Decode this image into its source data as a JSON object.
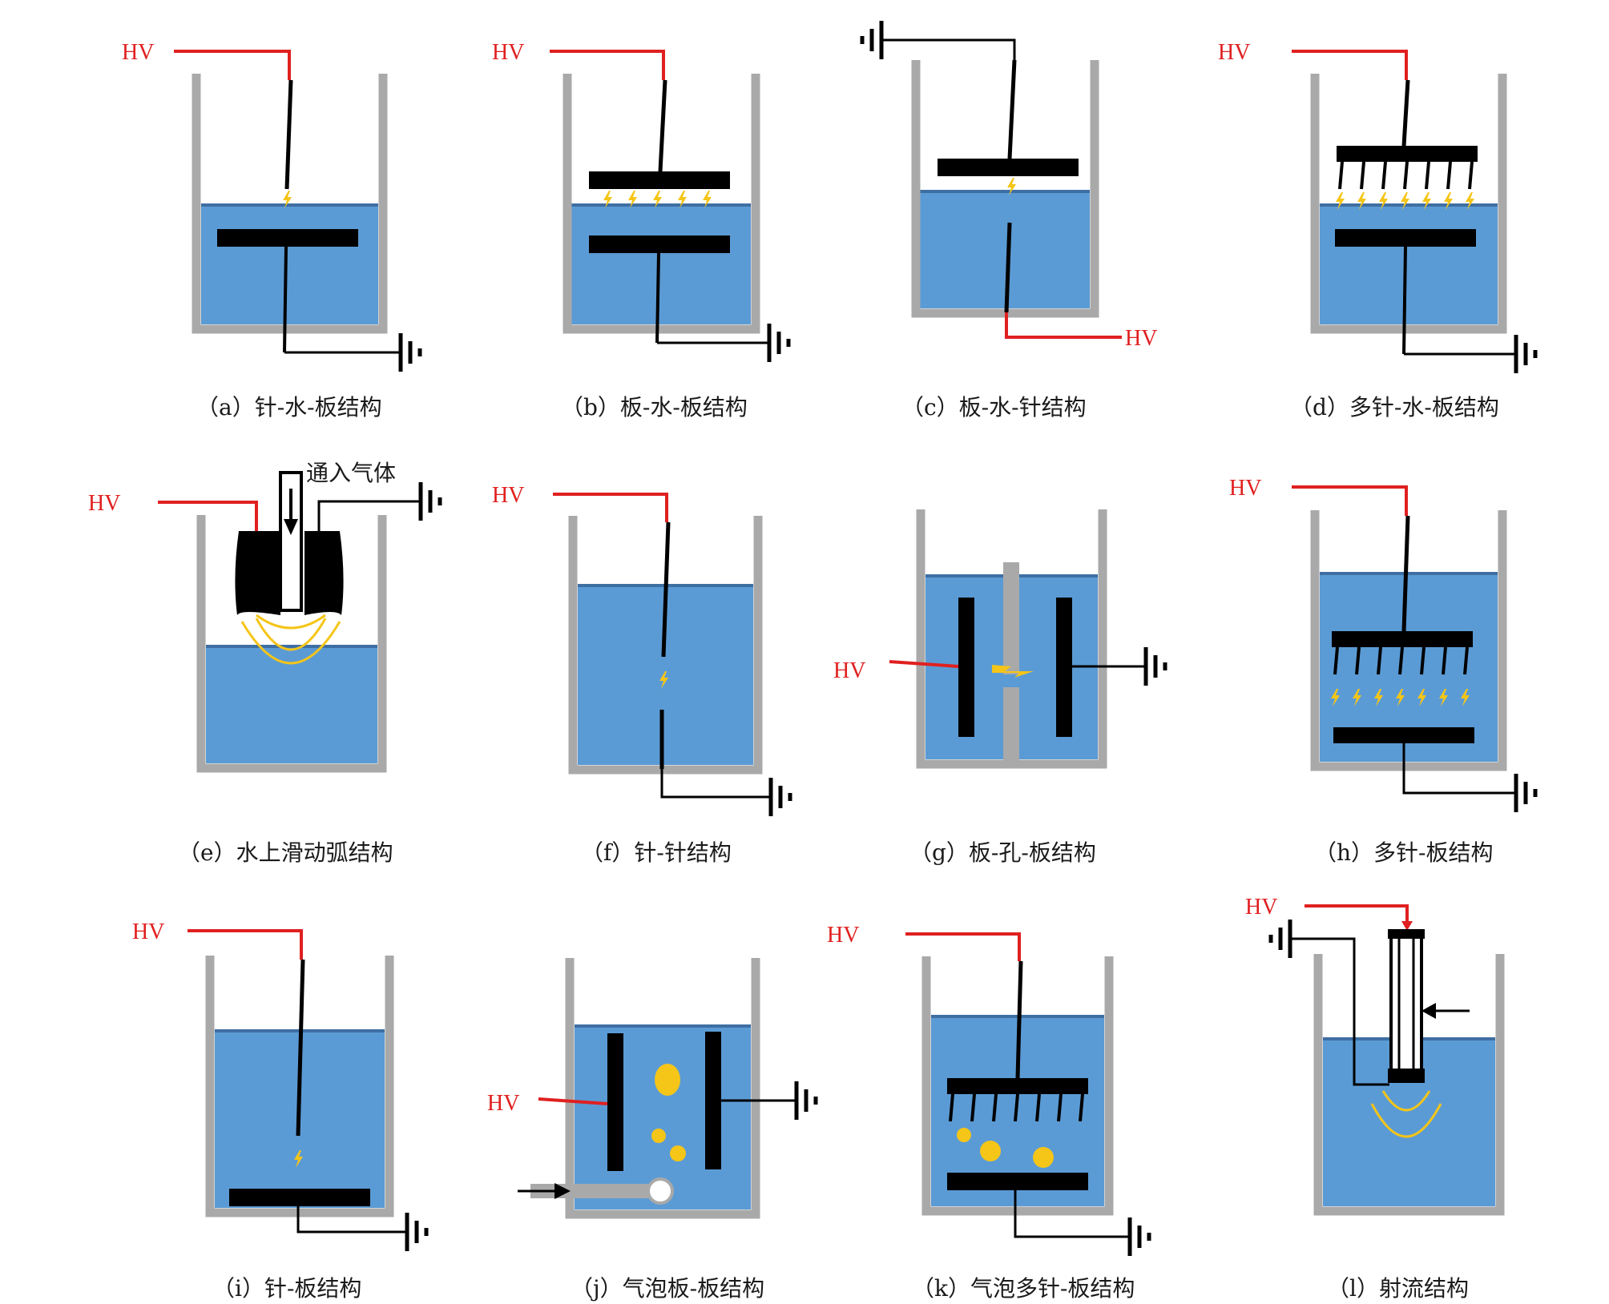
{
  "hv_label": "HV",
  "colors": {
    "container": "#a9a9a9",
    "water": "#5b9bd5",
    "water_surface": "#3e6fa3",
    "electrode": "#000000",
    "hv_wire": "#e02020",
    "spark": "#f5c518",
    "bubble": "#f5c518"
  },
  "panels": [
    {
      "id": "a",
      "caption": "（a）针-水-板结构"
    },
    {
      "id": "b",
      "caption": "（b）板-水-板结构"
    },
    {
      "id": "c",
      "caption": "（c）板-水-针结构"
    },
    {
      "id": "d",
      "caption": "（d）多针-水-板结构"
    },
    {
      "id": "e",
      "caption": "（e）水上滑动弧结构",
      "gas_label": "通入气体"
    },
    {
      "id": "f",
      "caption": "（f）针-针结构"
    },
    {
      "id": "g",
      "caption": "（g）板-孔-板结构"
    },
    {
      "id": "h",
      "caption": "（h）多针-板结构"
    },
    {
      "id": "i",
      "caption": "（i）针-板结构"
    },
    {
      "id": "j",
      "caption": "（j）气泡板-板结构"
    },
    {
      "id": "k",
      "caption": "（k）气泡多针-板结构"
    },
    {
      "id": "l",
      "caption": "（l）射流结构"
    }
  ]
}
